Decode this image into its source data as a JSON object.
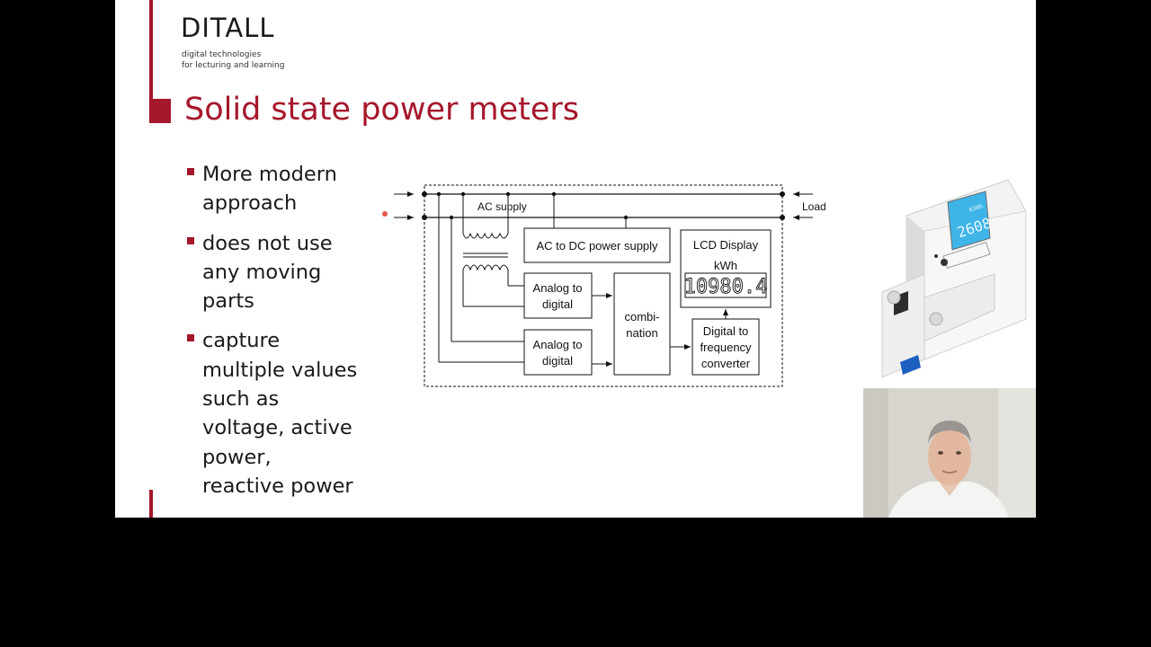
{
  "logo": {
    "wordmark": "DITALL",
    "tagline_line1": "digital technologies",
    "tagline_line2": "for lecturing and learning"
  },
  "slide": {
    "title": "Solid state power meters"
  },
  "bullets": [
    {
      "text": "More modern\napproach"
    },
    {
      "text": "does not use\nany moving\nparts"
    },
    {
      "text": "capture\nmultiple values\nsuch as\nvoltage, active\npower,\nreactive power"
    }
  ],
  "diagram": {
    "ac_supply_label": "AC supply",
    "load_label": "Load",
    "ac_dc_label": "AC to DC power supply",
    "lcd_label": "LCD Display",
    "lcd_unit": "kWh",
    "lcd_reading": "10980.4",
    "adc1_line1": "Analog to",
    "adc1_line2": "digital",
    "adc2_line1": "Analog to",
    "adc2_line2": "digital",
    "combination_line1": "combi-",
    "combination_line2": "nation",
    "d2f_line1": "Digital to",
    "d2f_line2": "frequency",
    "d2f_line3": "converter"
  },
  "meter_photo": {
    "display_reading": "2608",
    "display_unit": "KWh"
  },
  "colors": {
    "accent": "#a5172b",
    "meter_display": "#3fb4e8",
    "background": "#000000"
  }
}
